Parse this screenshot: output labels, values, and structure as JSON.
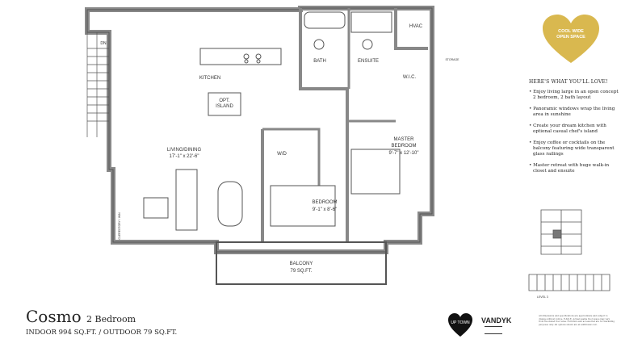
{
  "plan": {
    "rooms": {
      "kitchen": "KITCHEN",
      "island": [
        "OPT.",
        "ISLAND"
      ],
      "living": "LIVING/DINING",
      "living_dim": "17'-1\" x 22'-6\"",
      "wd": "W/D",
      "bedroom": "BEDROOM",
      "bedroom_dim": "9'-1\" x 8'-6\"",
      "master": [
        "MASTER",
        "BEDROOM"
      ],
      "master_dim": "9'-7\" x 12'-10\"",
      "bath": "BATH",
      "ensuite": "ENSUITE",
      "hvac": "HVAC",
      "wic": "W.I.C.",
      "balcony": "BALCONY",
      "balcony_area": "79 SQ.FT.",
      "stairs": "DN",
      "clerestory": "CLERESTORY / WIN",
      "storage": "STORAGE",
      "level": "LEVEL 3"
    }
  },
  "badge": {
    "label": [
      "COOL WIDE",
      "OPEN SPACE"
    ],
    "color": "#d9b84f"
  },
  "features": {
    "heading": "HERE'S WHAT YOU'LL LOVE!",
    "items": [
      "Enjoy living large in an open concept 2 bedroom, 2 bath layout",
      "Panoramic windows wrap the living area in sunshine",
      "Create your dream kitchen with optional casual chef's island",
      "Enjoy coffee or cocktails on the balcony featuring wide transparent glass railings",
      "Master retreat with huge walk-in closet and ensuite"
    ]
  },
  "footer": {
    "name": "Cosmo",
    "type": "2 Bedroom",
    "area": "INDOOR 994 SQ.FT. / OUTDOOR 79 SQ.FT.",
    "logo1": "UP TOWN",
    "logo2": "VANDYK",
    "fine_print": "All dimensions and specifications are approximate and subject to change without notice. E.&O.E. Actual usable floor space may vary from the stated floor area. Furniture and accessories are for marketing purposes only. All options shown are at additional cost."
  }
}
